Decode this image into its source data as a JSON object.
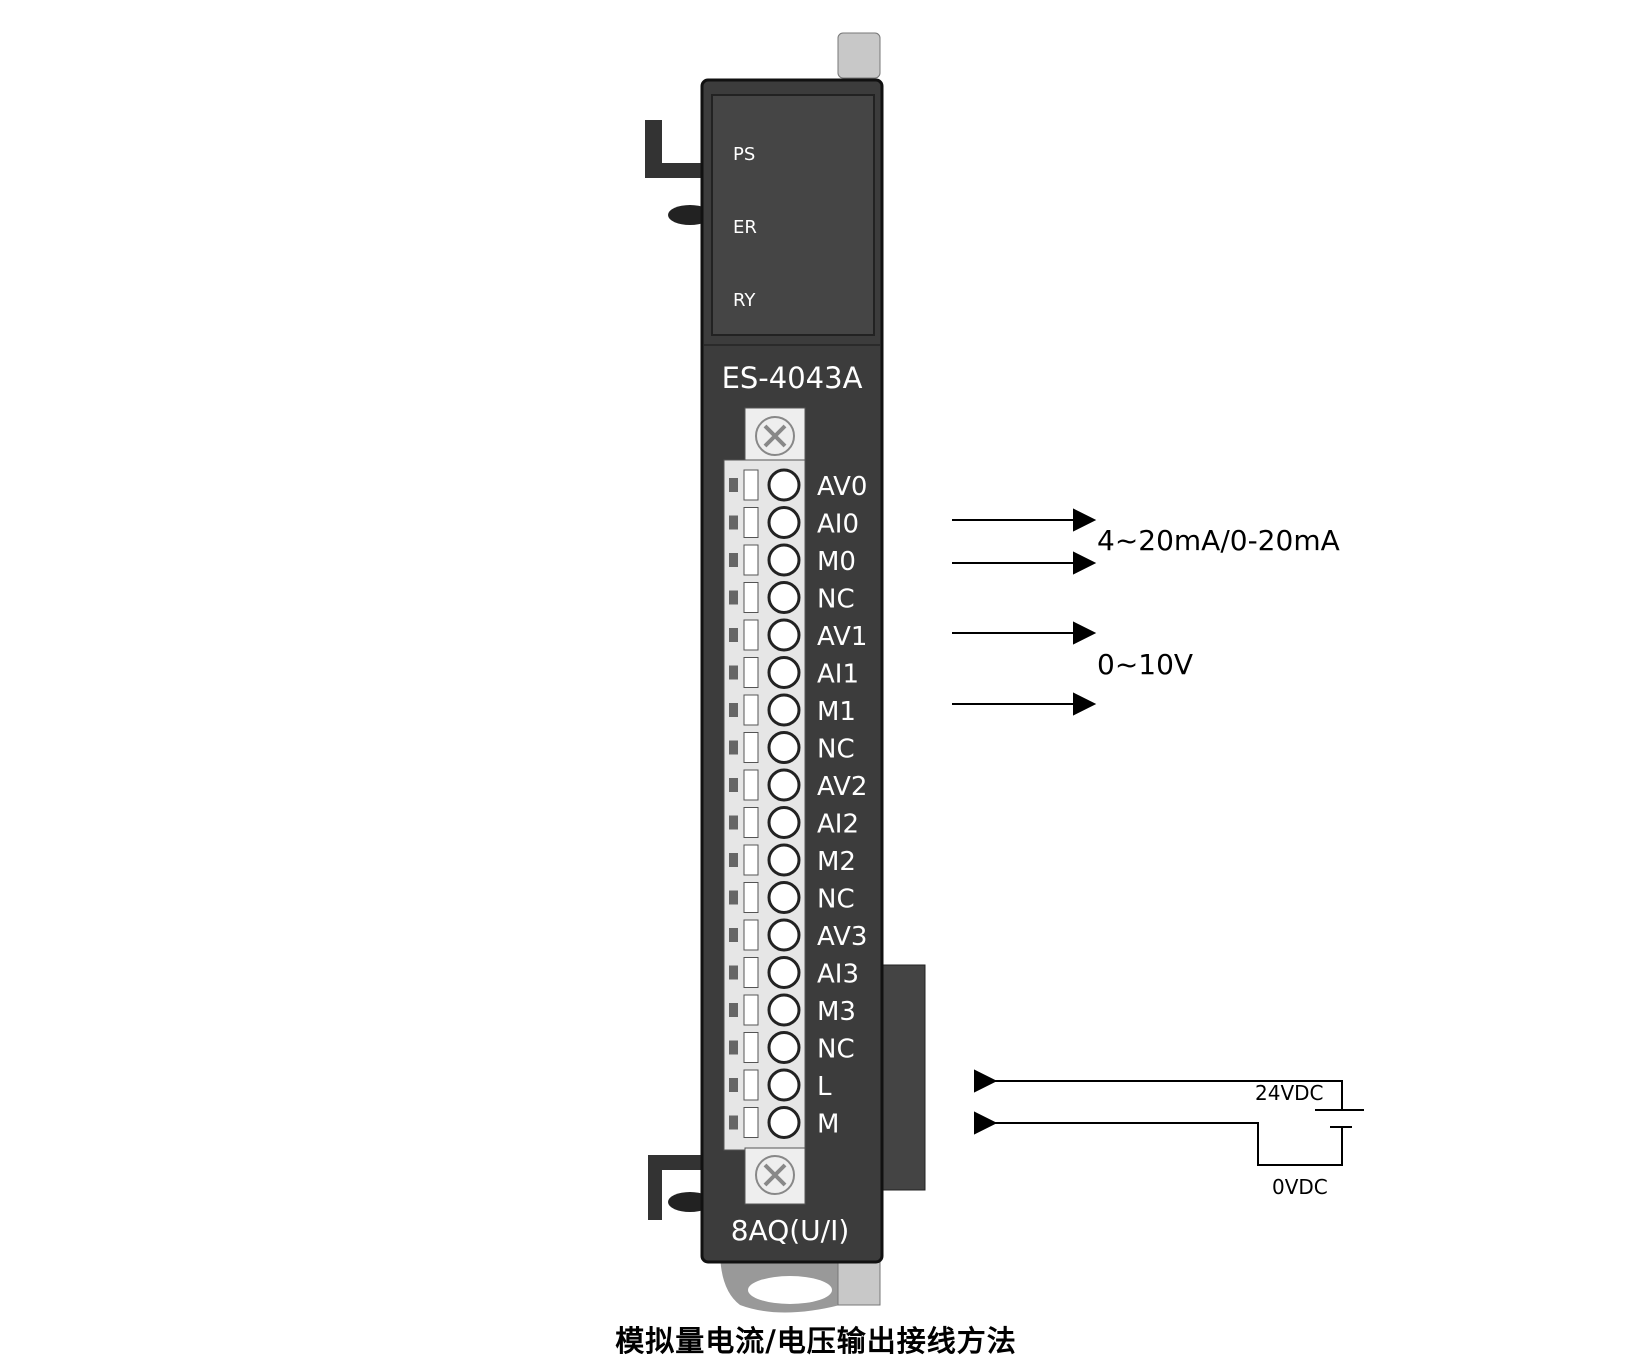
{
  "device": {
    "leds": [
      "PS",
      "ER",
      "RY"
    ],
    "model": "ES-4043A",
    "type_label": "8AQ(U/I)",
    "terminals": [
      "AV0",
      "AI0",
      "M0",
      "NC",
      "AV1",
      "AI1",
      "M1",
      "NC",
      "AV2",
      "AI2",
      "M2",
      "NC",
      "AV3",
      "AI3",
      "M3",
      "NC",
      "L",
      "M"
    ]
  },
  "annotations": {
    "current_range": "4~20mA/0-20mA",
    "voltage_range": "0~10V",
    "supply_positive": "24VDC",
    "supply_negative": "0VDC"
  },
  "title": "模拟量电流/电压输出接线方法",
  "colors": {
    "body": "#3c3c3c",
    "panel": "#444444",
    "terminal": "#e8e8e8",
    "line": "#000000"
  }
}
